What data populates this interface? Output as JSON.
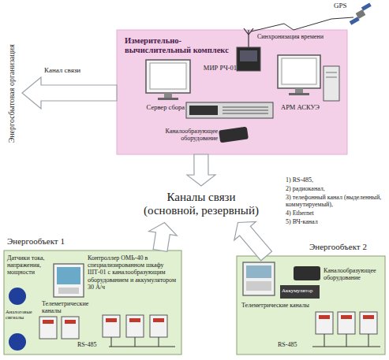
{
  "diagram": {
    "nodes": [
      {
        "text": [
          "Измерительно-вычислительный комплекс"
        ]
      },
      {
        "text": [
          "МИР РЧ-01"
        ],
        "in": 0
      },
      {
        "text": [
          "Сервер сбора"
        ],
        "in": 0
      },
      {
        "text": [
          "АРМ АСКУЭ"
        ],
        "in": 0
      },
      {
        "text": [
          "Каналообразующее оборудование"
        ],
        "in": 0
      },
      {
        "text": [
          "Каналы связи (основной, резервный)"
        ]
      },
      {
        "text": [
          "Энергообъект 1"
        ]
      },
      {
        "text": [
          "Датчики тока, напряжения, мощности"
        ],
        "in": 6
      },
      {
        "text": [
          "Контроллер ОМЬ-40 в специализированном шкафу ШТ-01 с каналообразующим оборудованием и аккумулятором 30 А/ч"
        ],
        "in": 6
      },
      {
        "text": [
          "Телеметрические каналы"
        ],
        "in": 6
      },
      {
        "text": [
          "Энергообъект 2"
        ]
      },
      {
        "text": [
          "Каналообразующее оборудование"
        ],
        "in": 10
      },
      {
        "text": [
          "Телеметрические каналы"
        ],
        "in": 10
      }
    ],
    "edges": [
      {
        "from": 0,
        "to": 5,
        "arrow": "to"
      },
      {
        "from": 6,
        "to": 5,
        "arrow": "to"
      },
      {
        "from": 10,
        "to": 5,
        "arrow": "to"
      }
    ],
    "labels": [
      "GPS",
      "Синхронизация времени",
      "Канал связи",
      "Энергосбытовая организация",
      "1) RS-485,",
      "2) радиоканал,",
      "3) телефонный канал (выделенный, коммутируемый),",
      "4) Ethernet",
      "5) ВЧ-канал",
      "Аналоговые сигналы",
      "RS-485",
      "RS-485",
      "Аккумулятор"
    ]
  }
}
